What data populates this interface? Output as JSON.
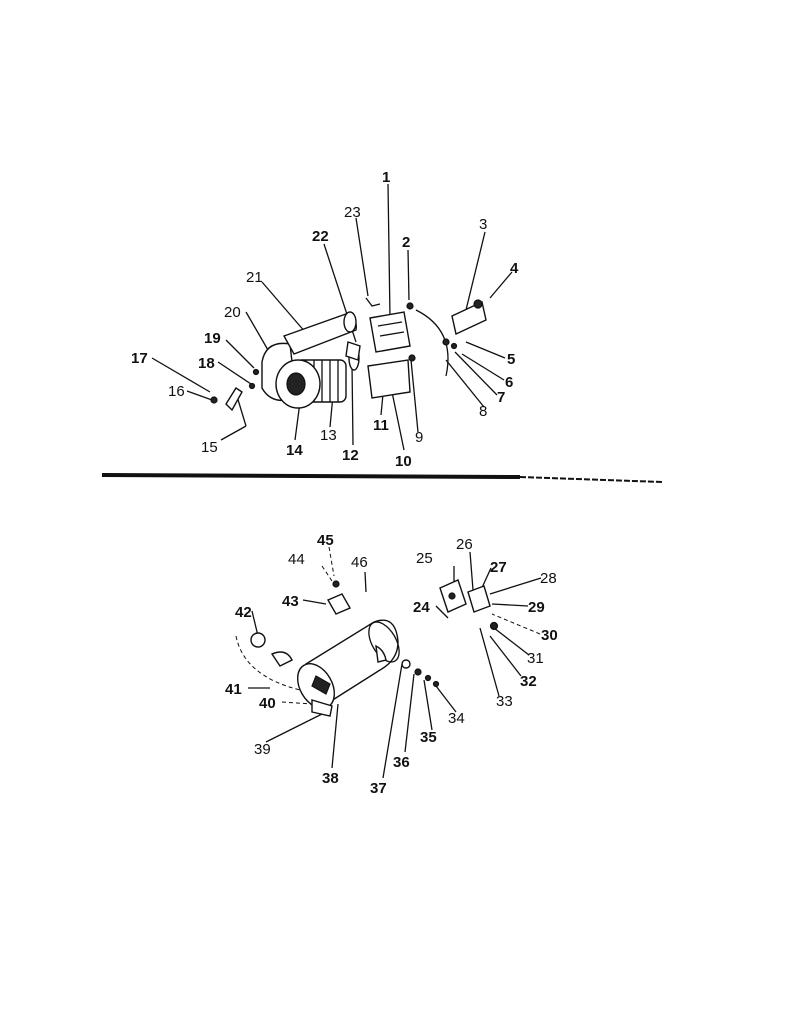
{
  "callouts_top": [
    {
      "id": "c1",
      "text": "1",
      "bold": true
    },
    {
      "id": "c2",
      "text": "2",
      "bold": true
    },
    {
      "id": "c3",
      "text": "3",
      "bold": false
    },
    {
      "id": "c4",
      "text": "4",
      "bold": true
    },
    {
      "id": "c5",
      "text": "5",
      "bold": true
    },
    {
      "id": "c6",
      "text": "6",
      "bold": true
    },
    {
      "id": "c7",
      "text": "7",
      "bold": true
    },
    {
      "id": "c8",
      "text": "8",
      "bold": false
    },
    {
      "id": "c9",
      "text": "9",
      "bold": false
    },
    {
      "id": "c10",
      "text": "10",
      "bold": true
    },
    {
      "id": "c11",
      "text": "11",
      "bold": true
    },
    {
      "id": "c12",
      "text": "12",
      "bold": true
    },
    {
      "id": "c13",
      "text": "13",
      "bold": false
    },
    {
      "id": "c14",
      "text": "14",
      "bold": true
    },
    {
      "id": "c15",
      "text": "15",
      "bold": false
    },
    {
      "id": "c16",
      "text": "16",
      "bold": false
    },
    {
      "id": "c17",
      "text": "17",
      "bold": true
    },
    {
      "id": "c18",
      "text": "18",
      "bold": true
    },
    {
      "id": "c19",
      "text": "19",
      "bold": true
    },
    {
      "id": "c20",
      "text": "20",
      "bold": false
    },
    {
      "id": "c21",
      "text": "21",
      "bold": false
    },
    {
      "id": "c22",
      "text": "22",
      "bold": true
    },
    {
      "id": "c23",
      "text": "23",
      "bold": false
    }
  ],
  "callouts_bottom": [
    {
      "id": "c24",
      "text": "24",
      "bold": true
    },
    {
      "id": "c25",
      "text": "25",
      "bold": false
    },
    {
      "id": "c26",
      "text": "26",
      "bold": false
    },
    {
      "id": "c27",
      "text": "27",
      "bold": true
    },
    {
      "id": "c28",
      "text": "28",
      "bold": false
    },
    {
      "id": "c29",
      "text": "29",
      "bold": true
    },
    {
      "id": "c30",
      "text": "30",
      "bold": true
    },
    {
      "id": "c31",
      "text": "31",
      "bold": false
    },
    {
      "id": "c32",
      "text": "32",
      "bold": true
    },
    {
      "id": "c33",
      "text": "33",
      "bold": false
    },
    {
      "id": "c34",
      "text": "34",
      "bold": false
    },
    {
      "id": "c35",
      "text": "35",
      "bold": true
    },
    {
      "id": "c36",
      "text": "36",
      "bold": true
    },
    {
      "id": "c37",
      "text": "37",
      "bold": true
    },
    {
      "id": "c38",
      "text": "38",
      "bold": true
    },
    {
      "id": "c39",
      "text": "39",
      "bold": false
    },
    {
      "id": "c40",
      "text": "40",
      "bold": true
    },
    {
      "id": "c41",
      "text": "41",
      "bold": true
    },
    {
      "id": "c42",
      "text": "42",
      "bold": true
    },
    {
      "id": "c43",
      "text": "43",
      "bold": true
    },
    {
      "id": "c44",
      "text": "44",
      "bold": false
    },
    {
      "id": "c45",
      "text": "45",
      "bold": true
    },
    {
      "id": "c46",
      "text": "46",
      "bold": false
    }
  ]
}
